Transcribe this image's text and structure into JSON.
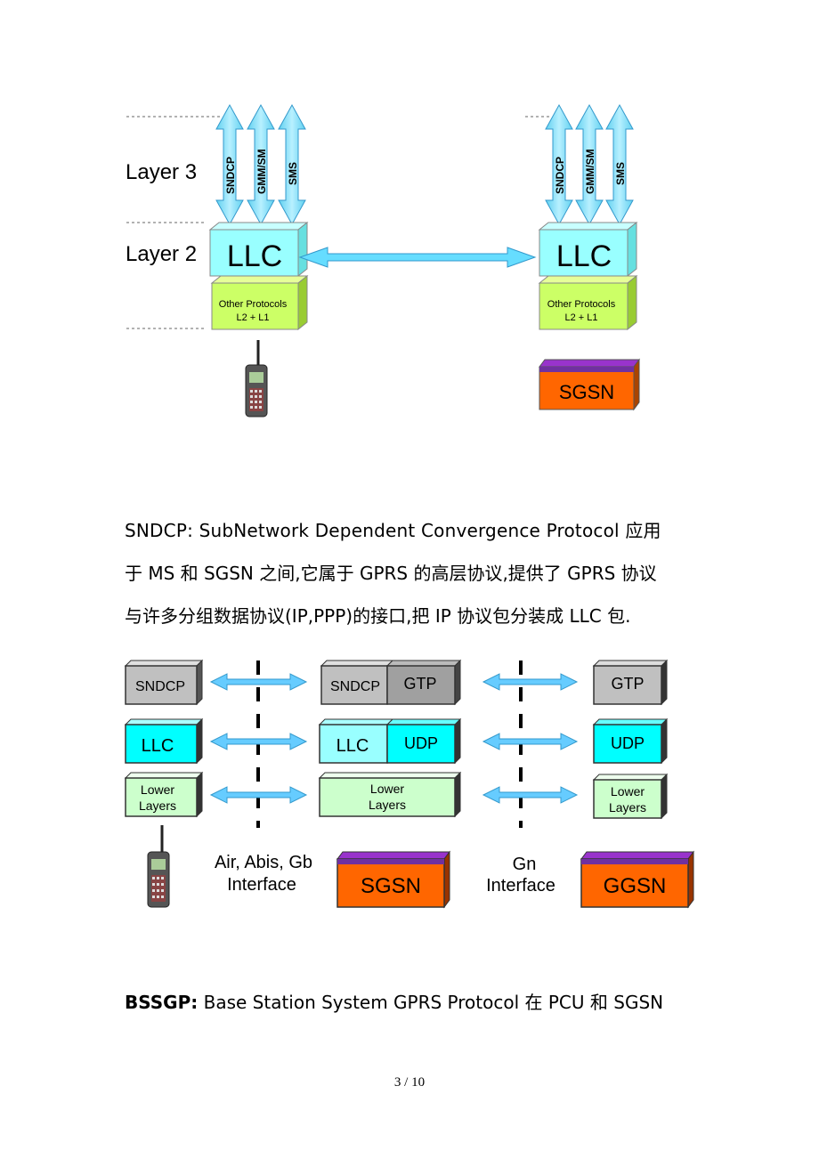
{
  "diagram1": {
    "layer3_label": "Layer 3",
    "layer2_label": "Layer 2",
    "left_stack": {
      "arrows": [
        "SNDCP",
        "GMM/SM",
        "SMS"
      ],
      "llc": "LLC",
      "other_line1": "Other Protocols",
      "other_line2": "L2 + L1"
    },
    "right_stack": {
      "arrows": [
        "SNDCP",
        "GMM/SM",
        "SMS"
      ],
      "llc": "LLC",
      "other_line1": "Other Protocols",
      "other_line2": "L2 + L1",
      "node": "SGSN"
    }
  },
  "paragraph1": {
    "line1": "SNDCP: SubNetwork Dependent Convergence Protocol 应用",
    "line2": "于 MS 和 SGSN 之间,它属于 GPRS 的高层协议,提供了 GPRS 协议",
    "line3": "与许多分组数据协议(IP,PPP)的接口,把 IP 协议包分装成 LLC 包."
  },
  "diagram2": {
    "ms": {
      "sndcp": "SNDCP",
      "llc": "LLC",
      "lower1": "Lower",
      "lower2": "Layers"
    },
    "sgsn": {
      "sndcp": "SNDCP",
      "gtp": "GTP",
      "llc": "LLC",
      "udp": "UDP",
      "lower1": "Lower",
      "lower2": "Layers",
      "node": "SGSN"
    },
    "ggsn": {
      "gtp": "GTP",
      "udp": "UDP",
      "lower1": "Lower",
      "lower2": "Layers",
      "node": "GGSN"
    },
    "iface_left_line1": "Air, Abis, Gb",
    "iface_left_line2": "Interface",
    "iface_right_line1": "Gn",
    "iface_right_line2": "Interface"
  },
  "paragraph2": {
    "bold": "BSSGP:",
    "rest": " Base Station System GPRS Protocol 在 PCU 和 SGSN"
  },
  "footer": {
    "page": "3 / 10"
  },
  "colors": {
    "cyan": "#99ffff",
    "cyan_dark": "#00ffff",
    "lime": "#ccff66",
    "light_green": "#ccffcc",
    "gray": "#c0c0c0",
    "orange": "#ff6600",
    "purple": "#7030a0",
    "arrow": "#66ccff"
  }
}
